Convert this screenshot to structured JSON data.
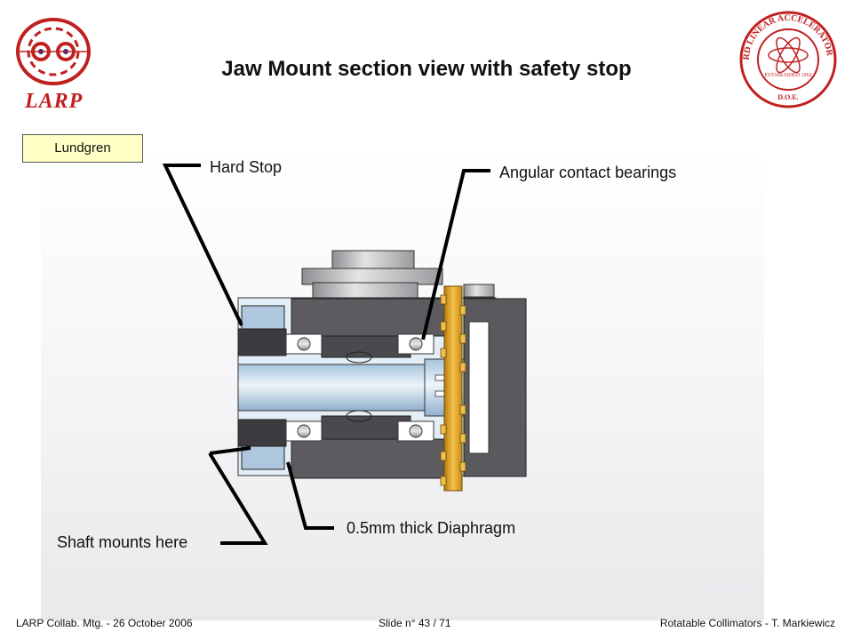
{
  "title": "Jaw Mount section view with safety stop",
  "author_label": "Lundgren",
  "callouts": {
    "hard_stop": "Hard Stop",
    "angular_bearings": "Angular contact bearings",
    "diaphragm": "0.5mm thick Diaphragm",
    "shaft_mounts": "Shaft mounts here"
  },
  "logos": {
    "larp": "LARP",
    "slac_seal": "STANFORD LINEAR ACCELERATOR CENTER",
    "slac_seal_sub": "D.O.E.",
    "slac_seal_est": "ESTABLISHED 1962"
  },
  "footer": {
    "left": "LARP Collab. Mtg.  -  26  October 2006",
    "center": "Slide n° 43 / 71",
    "right": "Rotatable Collimators  -  T. Markiewicz"
  },
  "colors": {
    "title": "#111111",
    "author_box_fill": "#ffffc6",
    "larp_red": "#c02020",
    "bronze_gear": "#e0a020",
    "steel_dark": "#5a5a5e",
    "shaft_blue": "#bcd4e8"
  }
}
